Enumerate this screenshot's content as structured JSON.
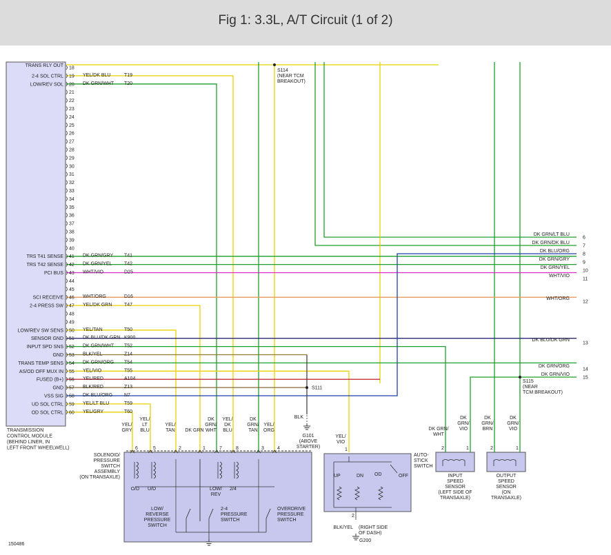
{
  "header": {
    "title": "Fig 1: 3.3L, A/T Circuit (1 of 2)"
  },
  "colors": {
    "yellow": "#e8d200",
    "green": "#1e9e2a",
    "blue": "#1a3fa8",
    "navy": "#2a2a70",
    "violet": "#d62bc8",
    "orange": "#e89a5a",
    "olive": "#8a7a30",
    "red": "#c0303a",
    "brown": "#8a6a3a",
    "teal": "#2a6a7a",
    "module_fill": "#dcdcf8",
    "box_fill": "#c8c8ef"
  },
  "module": {
    "label": "TRANSMISSION\nCONTROL MODULE\n(BEHIND LINER, IN\nLEFT FRONT WHEELWELL)",
    "top_label": "TRANS RLY OUT",
    "pins": [
      {
        "pin": "18",
        "name": "",
        "color": "",
        "circuit": ""
      },
      {
        "pin": "19",
        "name": "2-4 SOL CTRL",
        "color": "YEL/DK BLU",
        "circuit": "T19"
      },
      {
        "pin": "20",
        "name": "LOW/REV SOL",
        "color": "DK GRN/WHT",
        "circuit": "T20"
      },
      {
        "pin": "21",
        "name": "",
        "color": "",
        "circuit": ""
      },
      {
        "pin": "22",
        "name": "",
        "color": "",
        "circuit": ""
      },
      {
        "pin": "23",
        "name": "",
        "color": "",
        "circuit": ""
      },
      {
        "pin": "24",
        "name": "",
        "color": "",
        "circuit": ""
      },
      {
        "pin": "25",
        "name": "",
        "color": "",
        "circuit": ""
      },
      {
        "pin": "26",
        "name": "",
        "color": "",
        "circuit": ""
      },
      {
        "pin": "27",
        "name": "",
        "color": "",
        "circuit": ""
      },
      {
        "pin": "28",
        "name": "",
        "color": "",
        "circuit": ""
      },
      {
        "pin": "29",
        "name": "",
        "color": "",
        "circuit": ""
      },
      {
        "pin": "30",
        "name": "",
        "color": "",
        "circuit": ""
      },
      {
        "pin": "31",
        "name": "",
        "color": "",
        "circuit": ""
      },
      {
        "pin": "32",
        "name": "",
        "color": "",
        "circuit": ""
      },
      {
        "pin": "33",
        "name": "",
        "color": "",
        "circuit": ""
      },
      {
        "pin": "34",
        "name": "",
        "color": "",
        "circuit": ""
      },
      {
        "pin": "35",
        "name": "",
        "color": "",
        "circuit": ""
      },
      {
        "pin": "36",
        "name": "",
        "color": "",
        "circuit": ""
      },
      {
        "pin": "37",
        "name": "",
        "color": "",
        "circuit": ""
      },
      {
        "pin": "38",
        "name": "",
        "color": "",
        "circuit": ""
      },
      {
        "pin": "39",
        "name": "",
        "color": "",
        "circuit": ""
      },
      {
        "pin": "40",
        "name": "",
        "color": "",
        "circuit": ""
      },
      {
        "pin": "41",
        "name": "TRS T41 SENSE",
        "color": "DK GRN/GRY",
        "circuit": "T41"
      },
      {
        "pin": "42",
        "name": "TRS T42 SENSE",
        "color": "DK GRN/YEL",
        "circuit": "T42"
      },
      {
        "pin": "43",
        "name": "PCI BUS",
        "color": "WHT/VIO",
        "circuit": "D25"
      },
      {
        "pin": "44",
        "name": "",
        "color": "",
        "circuit": ""
      },
      {
        "pin": "45",
        "name": "",
        "color": "",
        "circuit": ""
      },
      {
        "pin": "46",
        "name": "SCI RECEIVE",
        "color": "WHT/ORG",
        "circuit": "D16"
      },
      {
        "pin": "47",
        "name": "2-4 PRESS SW",
        "color": "YEL/DK GRN",
        "circuit": "T47"
      },
      {
        "pin": "48",
        "name": "",
        "color": "",
        "circuit": ""
      },
      {
        "pin": "49",
        "name": "",
        "color": "",
        "circuit": ""
      },
      {
        "pin": "50",
        "name": "LOW/REV SW SENS",
        "color": "YEL/TAN",
        "circuit": "T50"
      },
      {
        "pin": "51",
        "name": "SENSOR GND",
        "color": "DK BLU/DK GRN",
        "circuit": "K900"
      },
      {
        "pin": "52",
        "name": "INPUT SPD SNS",
        "color": "DK GRN/WHT",
        "circuit": "T52"
      },
      {
        "pin": "53",
        "name": "GND",
        "color": "BLK/YEL",
        "circuit": "Z14"
      },
      {
        "pin": "54",
        "name": "TRANS TEMP SENS",
        "color": "DK GRN/ORG",
        "circuit": "T54"
      },
      {
        "pin": "55",
        "name": "AS/OD OFF MUX IN",
        "color": "YEL/VIO",
        "circuit": "T55"
      },
      {
        "pin": "56",
        "name": "FUSED (B+)",
        "color": "YEL/RED",
        "circuit": "A104"
      },
      {
        "pin": "57",
        "name": "GND",
        "color": "BLK/RED",
        "circuit": "Z13"
      },
      {
        "pin": "58",
        "name": "VSS SIG",
        "color": "DK BLU/ORG",
        "circuit": "N7"
      },
      {
        "pin": "59",
        "name": "UD SOL CTRL",
        "color": "YEL/LT BLU",
        "circuit": "T59"
      },
      {
        "pin": "60",
        "name": "OD SOL CTRL",
        "color": "YEL/GRY",
        "circuit": "T60"
      }
    ]
  },
  "splices": {
    "s114": "S114\n(NEAR TCM\nBREAKOUT)",
    "s111": "S111",
    "s115": "S115\n(NEAR\nTCM BREAKOUT)"
  },
  "ground_g101": {
    "wire": "BLK",
    "label": "G101\n(ABOVE\nSTARTER)"
  },
  "right_connectors": [
    {
      "num": "6",
      "color": "DK GRN/LT BLU"
    },
    {
      "num": "7",
      "color": "DK GRN/DK BLU"
    },
    {
      "num": "8",
      "color": "DK BLU/ORG"
    },
    {
      "num": "9",
      "color": "DK GRN/GRY"
    },
    {
      "num": "10",
      "color": "DK GRN/YEL"
    },
    {
      "num": "11",
      "color": "WHT/VIO"
    },
    {
      "num": "12",
      "color": "WHT/ORG"
    },
    {
      "num": "13",
      "color": "DK BLU/DK GRN"
    },
    {
      "num": "14",
      "color": "DK GRN/ORG"
    },
    {
      "num": "15",
      "color": "DK GRN/VIO"
    }
  ],
  "solenoid_assembly": {
    "label": "SOLENOID/\nPRESSURE\nSWITCH\nASSEMBLY\n(ON TRANSAXLE)",
    "wires": [
      {
        "label": "YEL/\nGRY",
        "pin": "6"
      },
      {
        "label": "YEL/\nLT\nBLU",
        "pin": "5"
      },
      {
        "label": "YEL/\nTAN",
        "pin": "2"
      },
      {
        "label": "DK GRN",
        "pin": "1"
      },
      {
        "label": "DK\nGRN/\nWHT",
        "pin": "7"
      },
      {
        "label": "YEL/\nDK\nBLU",
        "pin": "8"
      },
      {
        "label": "DK\nGRN/\nTAN",
        "pin": "3"
      },
      {
        "label": "YEL/\nORG",
        "pin": "4"
      }
    ],
    "inner_labels": [
      "O/D",
      "U/D",
      "LOW/\nREV",
      "2/4"
    ],
    "switches": [
      "LOW/\nREVERSE\nPRESSURE\nSWITCH",
      "2-4\nPRESSURE\nSWITCH",
      "OVERDRIVE\nPRESSURE\nSWITCH"
    ]
  },
  "autostick": {
    "label": "AUTO-\nSTICK\nSWITCH",
    "wire_top": "YEL/\nVIO",
    "pin_top": "1",
    "pin_bottom": "2",
    "positions": [
      "UP",
      "DN",
      "OD",
      "OFF"
    ],
    "ground_wire": "BLK/YEL",
    "ground_note": "(RIGHT SIDE\nOF DASH)",
    "ground_label": "G200"
  },
  "input_sensor": {
    "label": "INPUT\nSPEED\nSENSOR\n(LEFT SIDE OF\nTRANSAXLE)",
    "wires": [
      {
        "label": "DK GRN/\nWHT",
        "pin": "2"
      },
      {
        "label": "DK\nGRN/\nVIO",
        "pin": "1"
      }
    ]
  },
  "output_sensor": {
    "label": "OUTPUT\nSPEED\nSENSOR\n(ON\nTRANSAXLE)",
    "wires": [
      {
        "label": "DK\nGRN/\nBRN",
        "pin": "2"
      },
      {
        "label": "DK\nGRN/\nVIO",
        "pin": "1"
      }
    ]
  },
  "figure_id": "150486"
}
